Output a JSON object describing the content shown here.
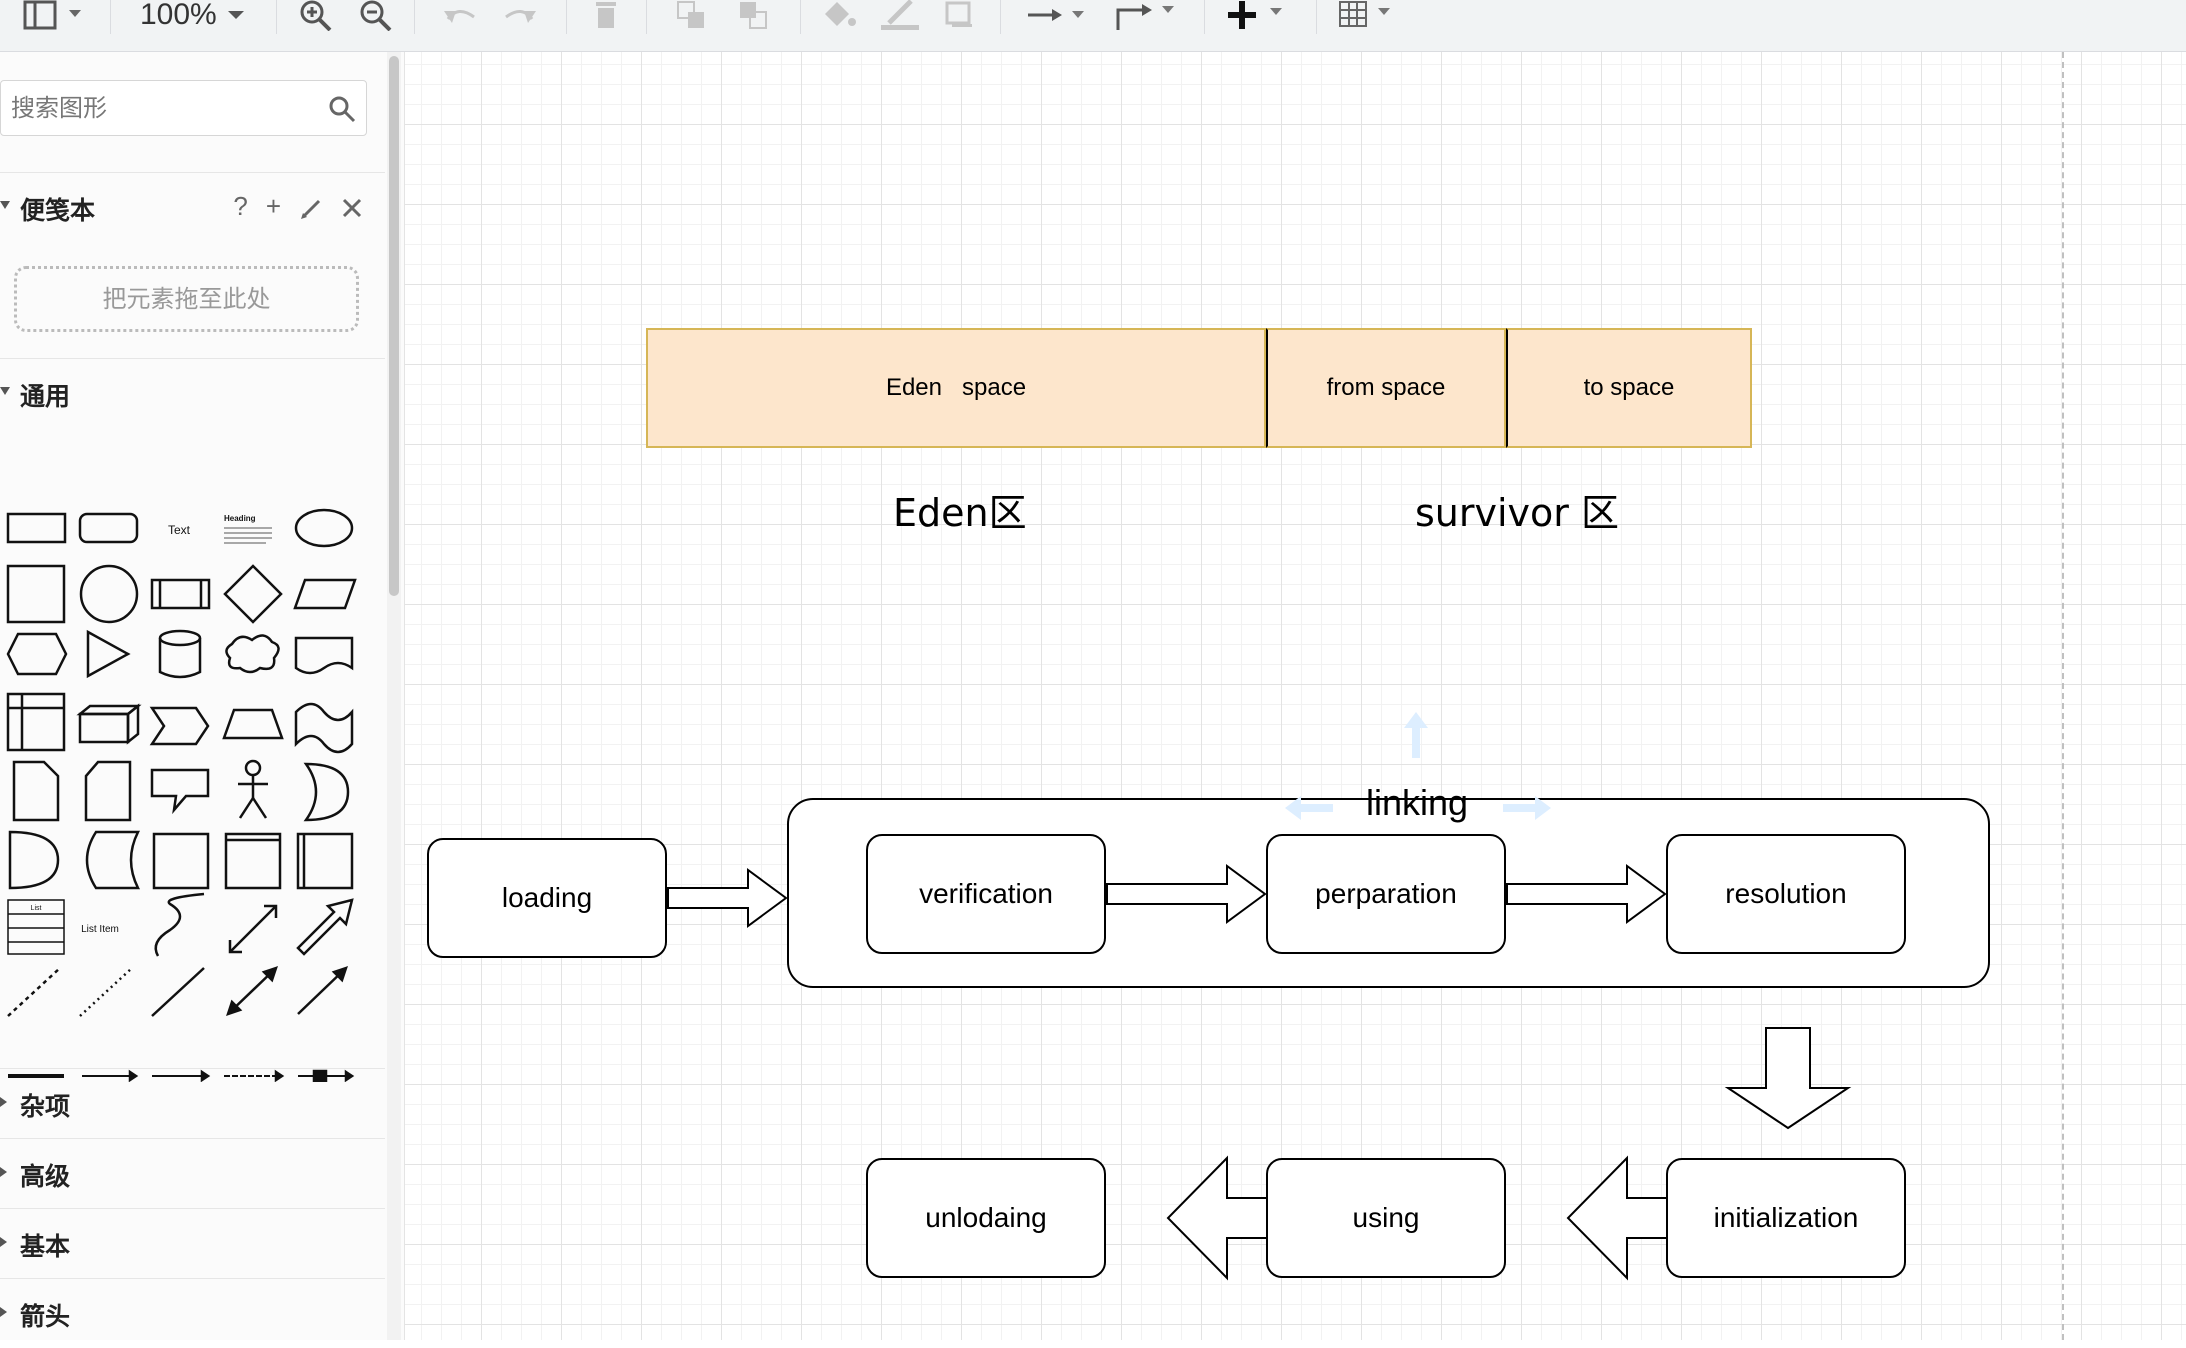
{
  "toolbar": {
    "zoom": "100%"
  },
  "sidebar": {
    "search_placeholder": "搜索图形",
    "scratchpad_title": "便笺本",
    "scratchpad_actions": [
      "?",
      "+"
    ],
    "dropzone_text": "把元素拖至此处",
    "general_title": "通用",
    "shape_samples": {
      "text": "Text",
      "heading": "Heading",
      "list_item": "List Item",
      "list": "List"
    },
    "sections": [
      "杂项",
      "高级",
      "基本",
      "箭头"
    ]
  },
  "diagram": {
    "memory": {
      "eden_box": "Eden   space",
      "from_box": "from space",
      "to_box": "to space",
      "eden_label": "Eden区",
      "survivor_label": "survivor 区"
    },
    "lifecycle": {
      "loading": "loading",
      "linking": "linking",
      "verification": "verification",
      "preparation": "perparation",
      "resolution": "resolution",
      "initialization": "initialization",
      "using": "using",
      "unloading": "unlodaing"
    },
    "colors": {
      "memory_fill": "#fde6cc",
      "memory_stroke": "#d6b656",
      "hover_arrow": "#ddeeff"
    }
  }
}
